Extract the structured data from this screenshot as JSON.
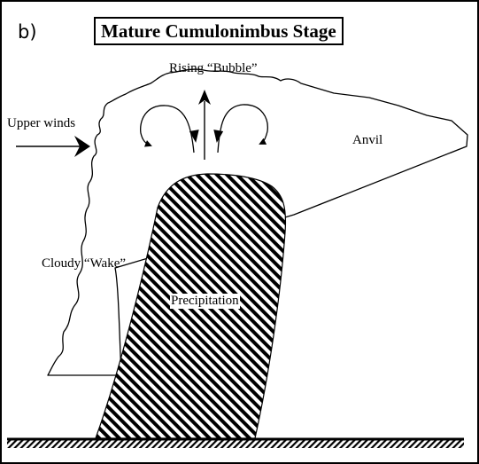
{
  "figure": {
    "panel_label": "b)",
    "title": "Mature Cumulonimbus Stage",
    "labels": {
      "rising_bubble": "Rising “Bubble”",
      "upper_winds": "Upper winds",
      "anvil": "Anvil",
      "cloudy_wake": "Cloudy “Wake”",
      "precipitation": "Precipitation"
    }
  },
  "colors": {
    "ink": "#000000",
    "background": "#ffffff"
  },
  "icons": {
    "upper_winds_arrow": "right-arrow-icon",
    "updraft_arrow": "up-arrow-icon",
    "circulation": "curved-arrow-icon"
  }
}
